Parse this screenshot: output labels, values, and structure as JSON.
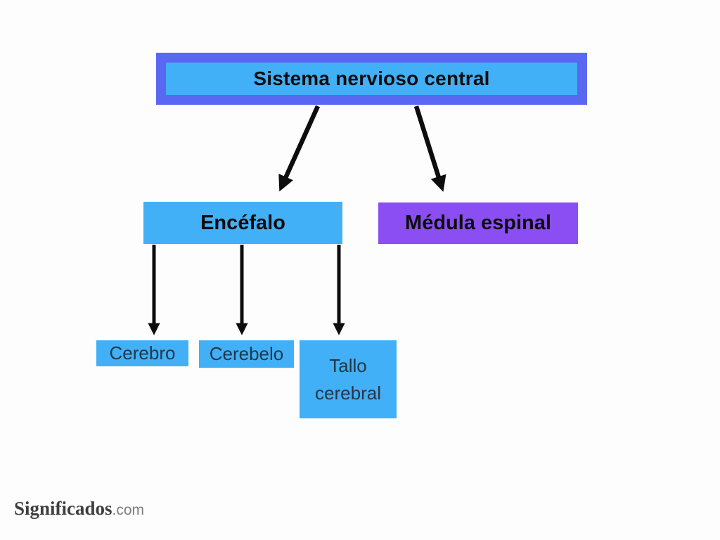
{
  "diagram": {
    "title": "Sistema nervioso central",
    "root": {
      "label": "Sistema nervioso central"
    },
    "level1": [
      {
        "label": "Encéfalo"
      },
      {
        "label": "Médula espinal"
      }
    ],
    "level2": [
      {
        "label": "Cerebro"
      },
      {
        "label": "Cerebelo"
      },
      {
        "label": "Tallo cerebral"
      }
    ]
  },
  "branding": {
    "name": "Significados",
    "suffix": ".com"
  },
  "colors": {
    "bg": "#fdfdfe",
    "frame": "#5a67f0",
    "blue": "#42b0f6",
    "purple": "#8b4ef3",
    "arrow": "#0d0d0d",
    "text-dark": "#0d0d0d",
    "text-light": "#223748",
    "brand-dark": "#3f3f3f",
    "brand-gray": "#7d7d7d"
  }
}
